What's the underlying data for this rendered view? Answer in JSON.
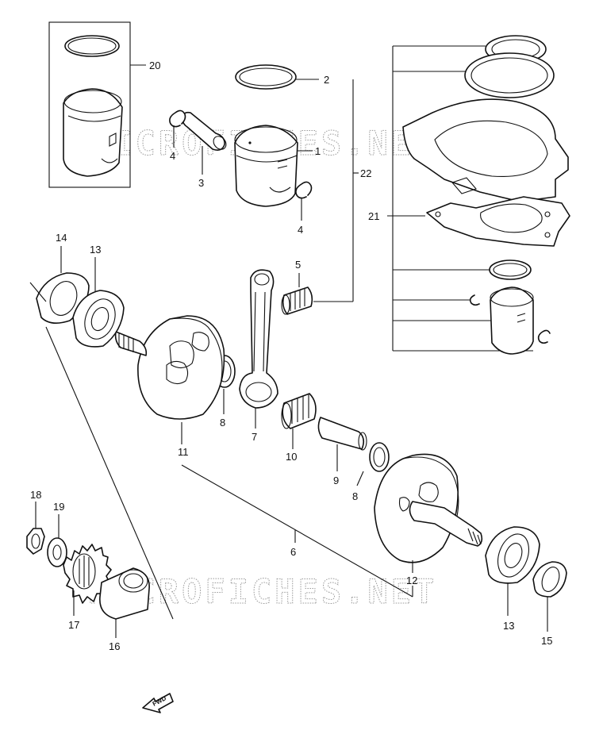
{
  "diagram": {
    "watermark_top": "MICROFICHES.NET",
    "watermark_bottom": "MICROFICHES.NET",
    "fwd_label": "FWD"
  },
  "callouts": {
    "c1": "1",
    "c2": "2",
    "c3": "3",
    "c4a": "4",
    "c4b": "4",
    "c5": "5",
    "c6": "6",
    "c7": "7",
    "c8a": "8",
    "c8b": "8",
    "c9": "9",
    "c10": "10",
    "c11": "11",
    "c12": "12",
    "c13a": "13",
    "c13b": "13",
    "c14": "14",
    "c15": "15",
    "c16": "16",
    "c17": "17",
    "c18": "18",
    "c19": "19",
    "c20": "20",
    "c21": "21",
    "c22": "22"
  }
}
